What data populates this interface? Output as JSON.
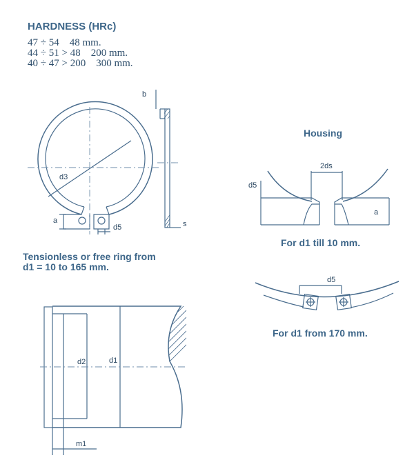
{
  "hardness": {
    "title": "HARDNESS (HRc)",
    "rows": [
      "47 ÷ 54    48 mm.",
      "44 ÷ 51 > 48    200 mm.",
      "40 ÷ 47 > 200    300 mm."
    ]
  },
  "housing": {
    "title": "Housing"
  },
  "captions": {
    "till10": "For d1 till 10 mm.",
    "from170": "For d1 from 170 mm.",
    "tensionless_line1": "Tensionless or free ring from",
    "tensionless_line2": "d1 = 10 to 165 mm."
  },
  "labels": {
    "ring": {
      "d3": "d3",
      "a": "a",
      "d5": "d5",
      "b": "b",
      "s": "s"
    },
    "housing": {
      "ds2": "2ds",
      "d5": "d5",
      "a": "a"
    },
    "lower_d5": "d5",
    "shaft": {
      "d2": "d2",
      "d1": "d1",
      "m1": "m1"
    }
  }
}
